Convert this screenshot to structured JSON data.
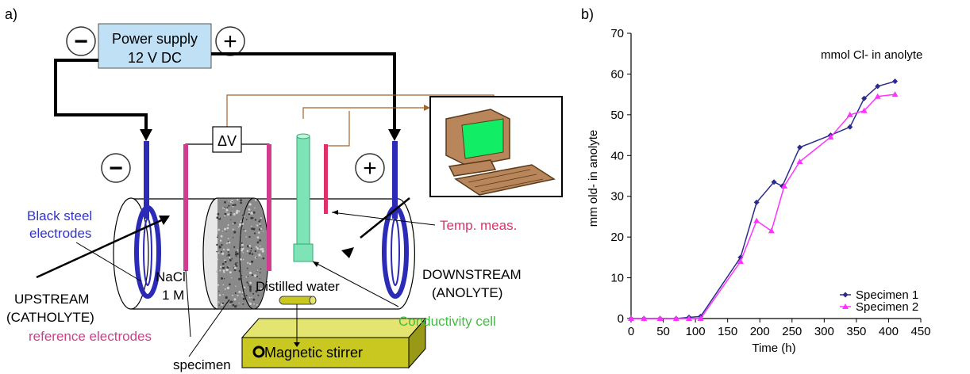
{
  "panel_a": {
    "label": "a)",
    "power_supply": {
      "line1": "Power supply",
      "line2": "12 V DC",
      "minus": "−",
      "plus": "+"
    },
    "electrode_signs": {
      "minus": "−",
      "plus": "+"
    },
    "delta_v": "ΔV",
    "labels": {
      "black_steel_1": "Black steel",
      "black_steel_2": "electrodes",
      "nacl_1": "NaCl",
      "nacl_2": "1 M",
      "upstream_1": "UPSTREAM",
      "upstream_2": "(CATHOLYTE)",
      "reference": "reference electrodes",
      "specimen": "specimen",
      "distilled_water": "Distilled water",
      "downstream_1": "DOWNSTREAM",
      "downstream_2": "(ANOLYTE)",
      "temp": "Temp. meas.",
      "conductivity": "Conductivity cell",
      "stirrer": "Magnetic stirrer"
    },
    "colors": {
      "electrode": "#2b2bb8",
      "reference": "#d23c8e",
      "conductivity": "#7fe3b8",
      "temp": "#e0306a",
      "power_box": "#bfe0f5",
      "stirrer": "#c8c820",
      "screen": "#11ee66",
      "computer": "#b8865a",
      "wire_brown": "#a0642d"
    }
  },
  "panel_b": {
    "label": "b)"
  },
  "chart_data": {
    "type": "line",
    "title": "mmol Cl-   in anolyte",
    "xlabel": "Time (h)",
    "ylabel": "mm old- in anolyte",
    "xlim": [
      0,
      450
    ],
    "ylim": [
      0,
      70
    ],
    "xticks": [
      0,
      50,
      100,
      150,
      200,
      250,
      300,
      350,
      400,
      450
    ],
    "yticks": [
      0,
      10,
      20,
      30,
      40,
      50,
      60,
      70
    ],
    "grid": false,
    "legend_position": "bottom-right",
    "series": [
      {
        "name": "Specimen 1",
        "color": "#2b2b8c",
        "marker": "diamond",
        "x": [
          0,
          20,
          45,
          70,
          90,
          108,
          170,
          195,
          222,
          235,
          262,
          310,
          340,
          362,
          383,
          410
        ],
        "y": [
          0,
          0,
          0,
          0,
          0.3,
          0.5,
          15,
          28.5,
          33.5,
          32.5,
          42,
          45,
          47,
          54,
          57,
          58.2
        ]
      },
      {
        "name": "Specimen 2",
        "color": "#ff33ff",
        "marker": "triangle",
        "x": [
          0,
          20,
          45,
          70,
          90,
          108,
          170,
          195,
          218,
          238,
          262,
          310,
          340,
          362,
          383,
          410
        ],
        "y": [
          0,
          0,
          0,
          0,
          0,
          0,
          14,
          24,
          21.5,
          32.5,
          38.5,
          44.5,
          50,
          51,
          54.5,
          55
        ]
      }
    ]
  }
}
